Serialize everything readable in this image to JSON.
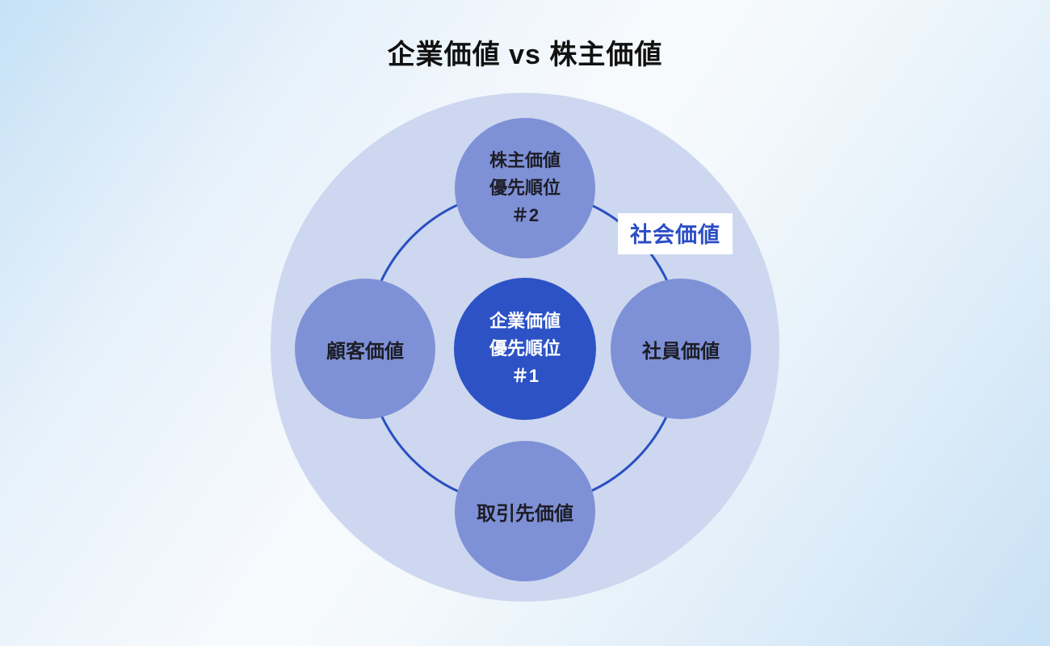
{
  "title": "企業価値 vs 株主価値",
  "diagram": {
    "outer_label": "社会価値",
    "nodes": {
      "center": {
        "lines": [
          "企業価値",
          "優先順位",
          "＃1"
        ]
      },
      "top": {
        "lines": [
          "株主価値",
          "優先順位",
          "＃2"
        ]
      },
      "left": {
        "label": "顧客価値"
      },
      "right": {
        "label": "社員価値"
      },
      "bottom": {
        "label": "取引先価値"
      }
    },
    "colors": {
      "outer_circle": "#cdd7ef",
      "satellite_circle": "#7e91d6",
      "center_circle": "#2d52c6",
      "ring_stroke": "#2a4fc2",
      "outer_label_text": "#2b4ec6",
      "outer_label_bg": "#ffffff",
      "title_text": "#111111",
      "satellite_text": "#1d1d26",
      "center_text": "#ffffff",
      "background_edge": "#c6e1f6",
      "background_center": "#f7fafd"
    }
  }
}
